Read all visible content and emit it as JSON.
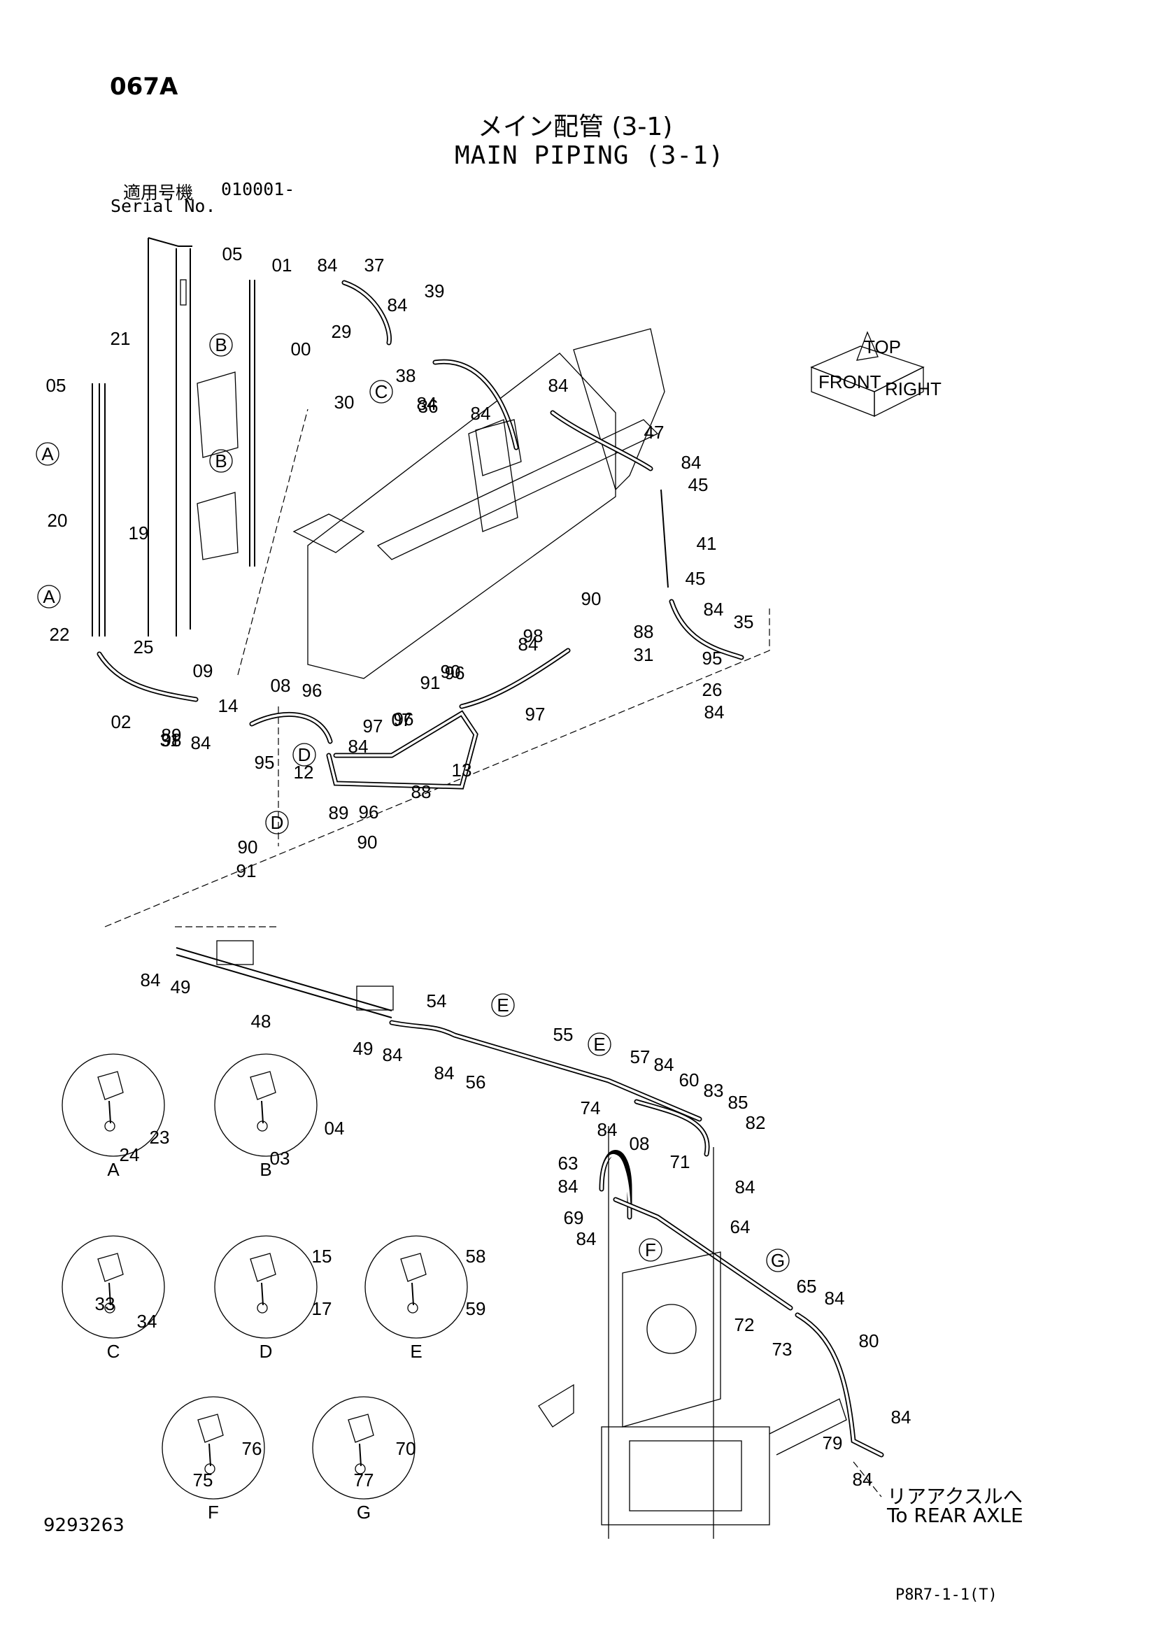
{
  "header": {
    "page_code": "067A",
    "title_ja": "メイン配管 (3-1)",
    "title_en": "MAIN PIPING (3-1)",
    "serial_label_ja": "適用号機",
    "serial_label_en": "Serial No.",
    "serial_number": "010001-"
  },
  "footer": {
    "doc_number": "9293263",
    "page_ref": "P8R7-1-1(T)"
  },
  "destination": {
    "label_ja": "リアアクスルへ",
    "label_en": "To REAR AXLE"
  },
  "orientation_icon": {
    "icon": "orientation-cube-icon",
    "labels": [
      "FRONT",
      "TOP",
      "RIGHT"
    ]
  },
  "reference_markers": [
    "A",
    "B",
    "C",
    "D",
    "E",
    "F",
    "G"
  ],
  "upper_assembly_labels": [
    "05",
    "01",
    "84",
    "37",
    "39",
    "21",
    "00",
    "29",
    "84",
    "B",
    "05",
    "38",
    "C",
    "30",
    "84",
    "36",
    "84",
    "84",
    "47",
    "A",
    "B",
    "84",
    "45",
    "20",
    "19",
    "41",
    "45",
    "A",
    "90",
    "84",
    "96",
    "88",
    "35",
    "22",
    "25",
    "98",
    "95",
    "84",
    "89",
    "31",
    "09",
    "08",
    "96",
    "90",
    "26",
    "02",
    "14",
    "91",
    "84",
    "31",
    "84",
    "98",
    "97",
    "96",
    "97",
    "07",
    "95",
    "84",
    "D",
    "13",
    "12",
    "88",
    "96",
    "D",
    "89",
    "90",
    "90",
    "91"
  ],
  "lower_assembly_labels": [
    "84",
    "49",
    "54",
    "E",
    "48",
    "55",
    "E",
    "49",
    "84",
    "57",
    "84",
    "84",
    "56",
    "60",
    "74",
    "83",
    "85",
    "84",
    "82",
    "08",
    "63",
    "71",
    "84",
    "84",
    "69",
    "64",
    "84",
    "F",
    "G",
    "65",
    "84",
    "72",
    "73",
    "80",
    "84",
    "79",
    "84"
  ],
  "detail_views": [
    {
      "view": "A",
      "parts": [
        "24",
        "23"
      ]
    },
    {
      "view": "B",
      "parts": [
        "04",
        "03"
      ]
    },
    {
      "view": "C",
      "parts": [
        "33",
        "34"
      ]
    },
    {
      "view": "D",
      "parts": [
        "15",
        "17"
      ]
    },
    {
      "view": "E",
      "parts": [
        "58",
        "59"
      ]
    },
    {
      "view": "F",
      "parts": [
        "76",
        "75"
      ]
    },
    {
      "view": "G",
      "parts": [
        "70",
        "77"
      ]
    }
  ]
}
